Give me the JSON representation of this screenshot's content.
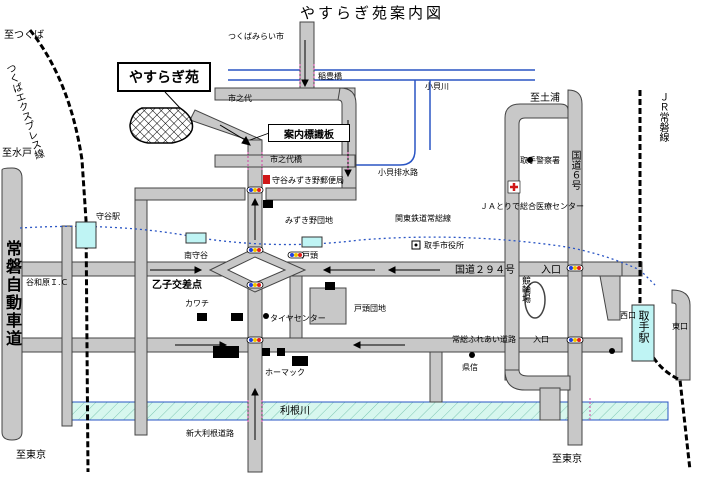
{
  "title": "やすらぎ苑案内図",
  "destinations": {
    "tsukuba": "至つくば",
    "mito": "至水戸",
    "tsuchiura": "至土浦",
    "tokyo_left": "至東京",
    "tokyo_right": "至東京"
  },
  "rail": {
    "tsukuba_express": "つくばエクスプレス線",
    "jr_joban": "ＪＲ常磐線",
    "kanto_joso": "関東鉄道常総線"
  },
  "stations": {
    "moriya": "守谷駅",
    "minamimoriya": "南守谷",
    "togashira": "戸頭",
    "toride": "取手駅",
    "west_exit": "西口",
    "east_exit": "東口"
  },
  "roads": {
    "joban_expressway": "常磐自動車道",
    "route6": "国道６号",
    "route294": "国道２９４号",
    "route294_exit": "入口",
    "joso_fureai": "常総ふれあい道路",
    "joso_fureai_exit": "入口",
    "tsukuba_mirai": "つくばみらい市",
    "shin_otone": "新大利根道路",
    "yawarain_ic": "谷和原Ｉ.Ｃ"
  },
  "rivers": {
    "tone": "利根川",
    "kokai": "小貝川",
    "kokai_drain": "小貝排水路"
  },
  "places": {
    "yasuragien": "やすらぎ苑",
    "guide_sign": "案内標識板",
    "inaho_bridge": "稲豊橋",
    "shinoyo": "市之代",
    "shinoyo_bridge": "市之代橋",
    "post_office": "守谷みずき野郵便局",
    "mizukino": "みずき野団地",
    "otogo": "乙子交差点",
    "kawachi": "カワチ",
    "tire_center": "タイヤセンター",
    "togashira_danchi": "戸頭団地",
    "toride_city_hall": "取手市役所",
    "toride_police": "取手警察署",
    "hospital": "ＪＡとりで総合医療センター",
    "keirin": "競輪場",
    "homac": "ホーマック",
    "kenshin": "県信"
  },
  "colors": {
    "road": "#c8c8c8",
    "road_edge": "#444444",
    "water": "#2a55c4",
    "river_fill": "#d7f7ee",
    "station": "#bff4f4",
    "signal_red": "#e02020",
    "signal_yellow": "#f0c400",
    "signal_blue": "#2040e0",
    "post_red": "#d01818"
  }
}
